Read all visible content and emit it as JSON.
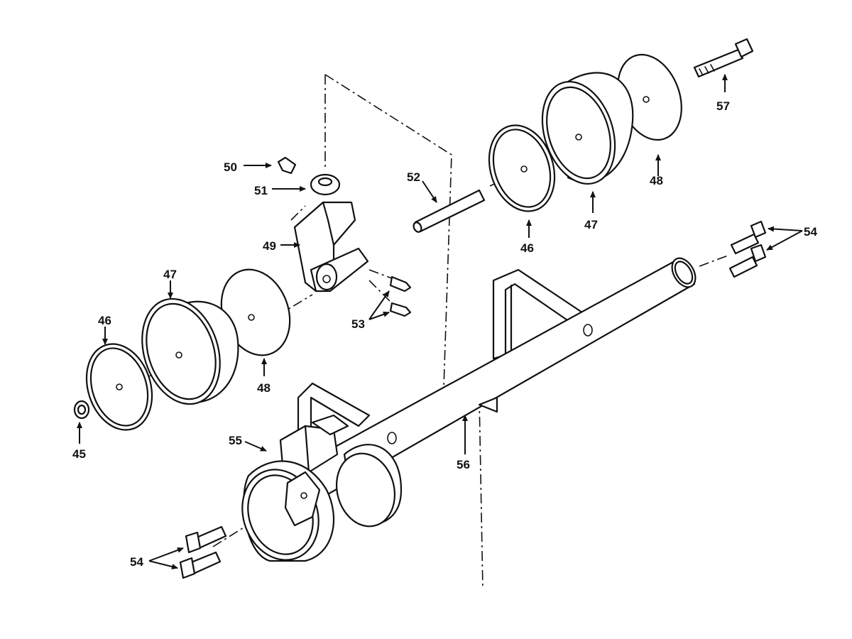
{
  "callouts": {
    "c45": "45",
    "c46": "46",
    "c47_left": "47",
    "c48_left": "48",
    "c49": "49",
    "c50": "50",
    "c51": "51",
    "c52": "52",
    "c53": "53",
    "c54_right": "54",
    "c54_left": "54",
    "c55": "55",
    "c56": "56",
    "c46_right": "46",
    "c47_right": "47",
    "c48_right": "48",
    "c57": "57"
  }
}
